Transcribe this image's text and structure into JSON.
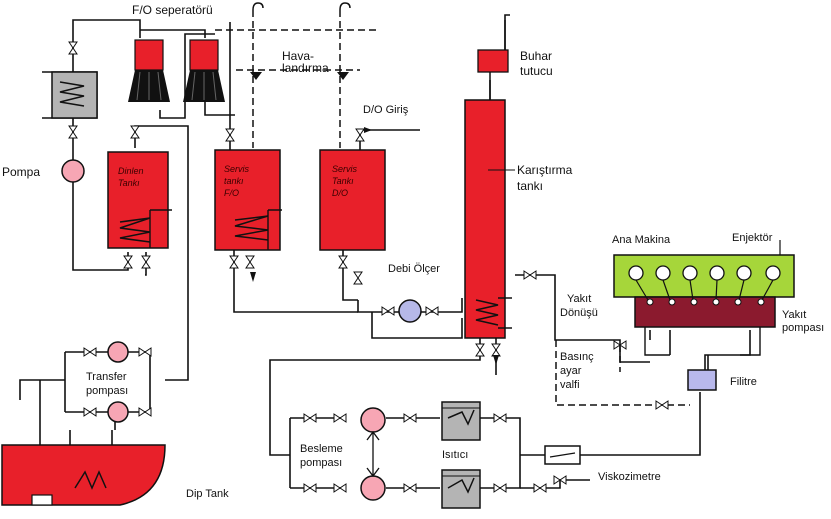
{
  "labels": {
    "fo_separator": "F/O seperatörü",
    "ventilation_1": "Hava-",
    "ventilation_2": "landırma",
    "do_inlet": "D/O Giriş",
    "steam_trap_1": "Buhar",
    "steam_trap_2": "tutucu",
    "pump": "Pompa",
    "settling_tank_1": "Dinlen",
    "settling_tank_2": "Tankı",
    "service_tank_fo_1": "Servis",
    "service_tank_fo_2": "tankı",
    "service_tank_fo_3": "F/O",
    "service_tank_do_1": "Servis",
    "service_tank_do_2": "Tankı",
    "service_tank_do_3": "D/O",
    "mixing_tank_1": "Karıştırma",
    "mixing_tank_2": "tankı",
    "flow_meter": "Debi Ölçer",
    "main_engine": "Ana Makina",
    "injector": "Enjektör",
    "fuel_return_1": "Yakıt",
    "fuel_return_2": "Dönüşü",
    "fuel_pump_1": "Yakıt",
    "fuel_pump_2": "pompası",
    "pressure_valve_1": "Basınç",
    "pressure_valve_2": "ayar",
    "pressure_valve_3": "valfi",
    "filter": "Filitre",
    "transfer_pump_1": "Transfer",
    "transfer_pump_2": "pompası",
    "feed_pump_1": "Besleme",
    "feed_pump_2": "pompası",
    "heater": "Isıtıcı",
    "viscometer": "Viskozimetre",
    "dip_tank": "Dip Tank"
  },
  "colors": {
    "tank_red": "#e8202a",
    "engine_green": "#a6d63a",
    "pump_pink": "#f7a6b4",
    "flowmeter_blue": "#b6b8e8",
    "filter_blue": "#b8b8ec",
    "heater_gray": "#b4b4b4",
    "engine_lower": "#8b1a2e",
    "line": "#111111"
  }
}
